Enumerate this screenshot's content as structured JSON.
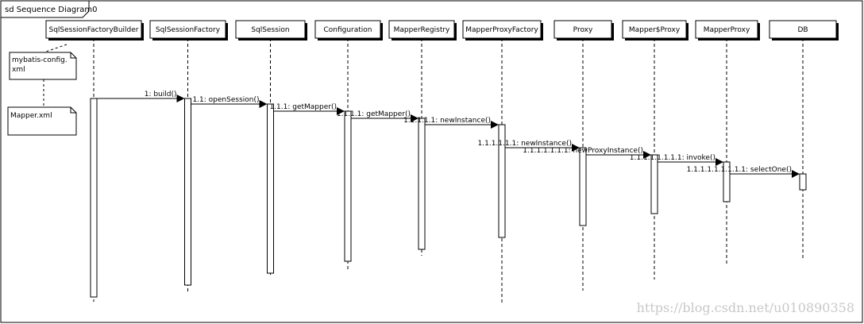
{
  "frame": {
    "title": "sd Sequence Diagram0"
  },
  "participants": [
    {
      "id": "builder",
      "label": "SqlSessionFactoryBuilder"
    },
    {
      "id": "factory",
      "label": "SqlSessionFactory"
    },
    {
      "id": "session",
      "label": "SqlSession"
    },
    {
      "id": "config",
      "label": "Configuration"
    },
    {
      "id": "registry",
      "label": "MapperRegistry"
    },
    {
      "id": "proxyfactory",
      "label": "MapperProxyFactory"
    },
    {
      "id": "proxy",
      "label": "Proxy"
    },
    {
      "id": "mproxy",
      "label": "Mapper$Proxy"
    },
    {
      "id": "mapperproxy",
      "label": "MapperProxy"
    },
    {
      "id": "db",
      "label": "DB"
    }
  ],
  "notes": [
    {
      "id": "mybatis-config",
      "line1": "mybatis-config.",
      "line2": "xml"
    },
    {
      "id": "mapper-xml",
      "line1": "Mapper.xml",
      "line2": ""
    }
  ],
  "messages": [
    {
      "from": "builder",
      "to": "factory",
      "label": "1: build()"
    },
    {
      "from": "factory",
      "to": "session",
      "label": "1.1: openSession()"
    },
    {
      "from": "session",
      "to": "config",
      "label": "1.1.1: getMapper()"
    },
    {
      "from": "config",
      "to": "registry",
      "label": "1.1.1.1: getMapper()"
    },
    {
      "from": "registry",
      "to": "proxyfactory",
      "label": "1.1.1.1.1: newInstance()"
    },
    {
      "from": "proxyfactory",
      "to": "proxy",
      "label": "1.1.1.1.1.1: newInstance()"
    },
    {
      "from": "proxy",
      "to": "mproxy",
      "label": "1.1.1.1.1.1.1: newProxyInstance()"
    },
    {
      "from": "mproxy",
      "to": "mapperproxy",
      "label": "1.1.1.1.1.1.1.1: invoke()"
    },
    {
      "from": "mapperproxy",
      "to": "db",
      "label": "1.1.1.1.1.1.1.1.1: selectOne()"
    }
  ],
  "watermark": "https://blog.csdn.net/u010890358"
}
